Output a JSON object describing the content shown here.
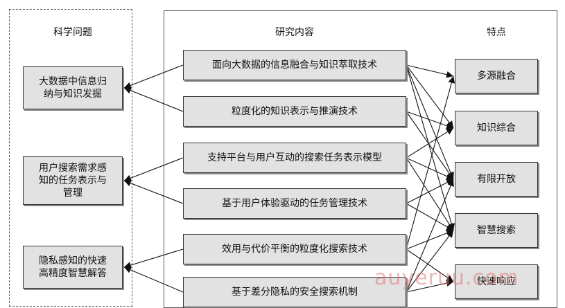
{
  "titles": {
    "left": "科学问题",
    "middle": "研究内容",
    "right": "特点"
  },
  "problems": [
    {
      "id": "p1",
      "lines": [
        "大数据中信息归",
        "纳与知识发掘"
      ]
    },
    {
      "id": "p2",
      "lines": [
        "用户搜索需求感",
        "知的任务表示与",
        "管理"
      ]
    },
    {
      "id": "p3",
      "lines": [
        "隐私感知的快速",
        "高精度智慧解答"
      ]
    }
  ],
  "research": [
    {
      "id": "r1",
      "label": "面向大数据的信息融合与知识萃取技术"
    },
    {
      "id": "r2",
      "label": "粒度化的知识表示与推演技术"
    },
    {
      "id": "r3",
      "label": "支持平台与用户互动的搜索任务表示模型"
    },
    {
      "id": "r4",
      "label": "基于用户体验驱动的任务管理技术"
    },
    {
      "id": "r5",
      "label": "效用与代价平衡的粒度化搜索技术"
    },
    {
      "id": "r6",
      "label": "基于差分隐私的安全搜索机制"
    }
  ],
  "features": [
    {
      "id": "f1",
      "label": "多源融合"
    },
    {
      "id": "f2",
      "label": "知识综合"
    },
    {
      "id": "f3",
      "label": "有限开放"
    },
    {
      "id": "f4",
      "label": "智慧搜索"
    },
    {
      "id": "f5",
      "label": "快速响应"
    }
  ],
  "edges": [
    [
      "r1",
      "p1"
    ],
    [
      "r2",
      "p1"
    ],
    [
      "r3",
      "p2"
    ],
    [
      "r4",
      "p2"
    ],
    [
      "r5",
      "p3"
    ],
    [
      "r6",
      "p3"
    ],
    [
      "r1",
      "f1"
    ],
    [
      "r1",
      "f2"
    ],
    [
      "r1",
      "f3"
    ],
    [
      "r1",
      "f4"
    ],
    [
      "r2",
      "f2"
    ],
    [
      "r2",
      "f3"
    ],
    [
      "r3",
      "f2"
    ],
    [
      "r3",
      "f3"
    ],
    [
      "r3",
      "f4"
    ],
    [
      "r4",
      "f3"
    ],
    [
      "r4",
      "f4"
    ],
    [
      "r5",
      "f1"
    ],
    [
      "r5",
      "f4"
    ],
    [
      "r5",
      "f5"
    ],
    [
      "r6",
      "f3"
    ],
    [
      "r6",
      "f4"
    ],
    [
      "r6",
      "f5"
    ]
  ],
  "watermark": "auyeruu.com"
}
